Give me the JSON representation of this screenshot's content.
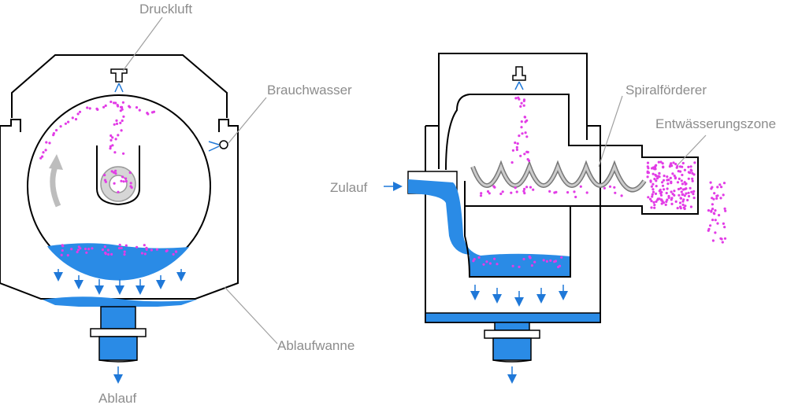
{
  "labels": {
    "druckluft": "Druckluft",
    "brauchwasser": "Brauchwasser",
    "ablaufwanne": "Ablaufwanne",
    "ablauf": "Ablauf",
    "spiralfoerderer": "Spiralförderer",
    "entwaesserungszone": "Entwässerungszone",
    "zulauf": "Zulauf"
  },
  "colors": {
    "outline": "#000000",
    "water": "#2a8be6",
    "water_dark": "#1f6fd0",
    "particles": "#e23ce6",
    "arrow": "#1f78d8",
    "leader": "#a0a0a0",
    "rotation_arrow": "#bdbdbd",
    "label_text": "#8c8c8c"
  }
}
